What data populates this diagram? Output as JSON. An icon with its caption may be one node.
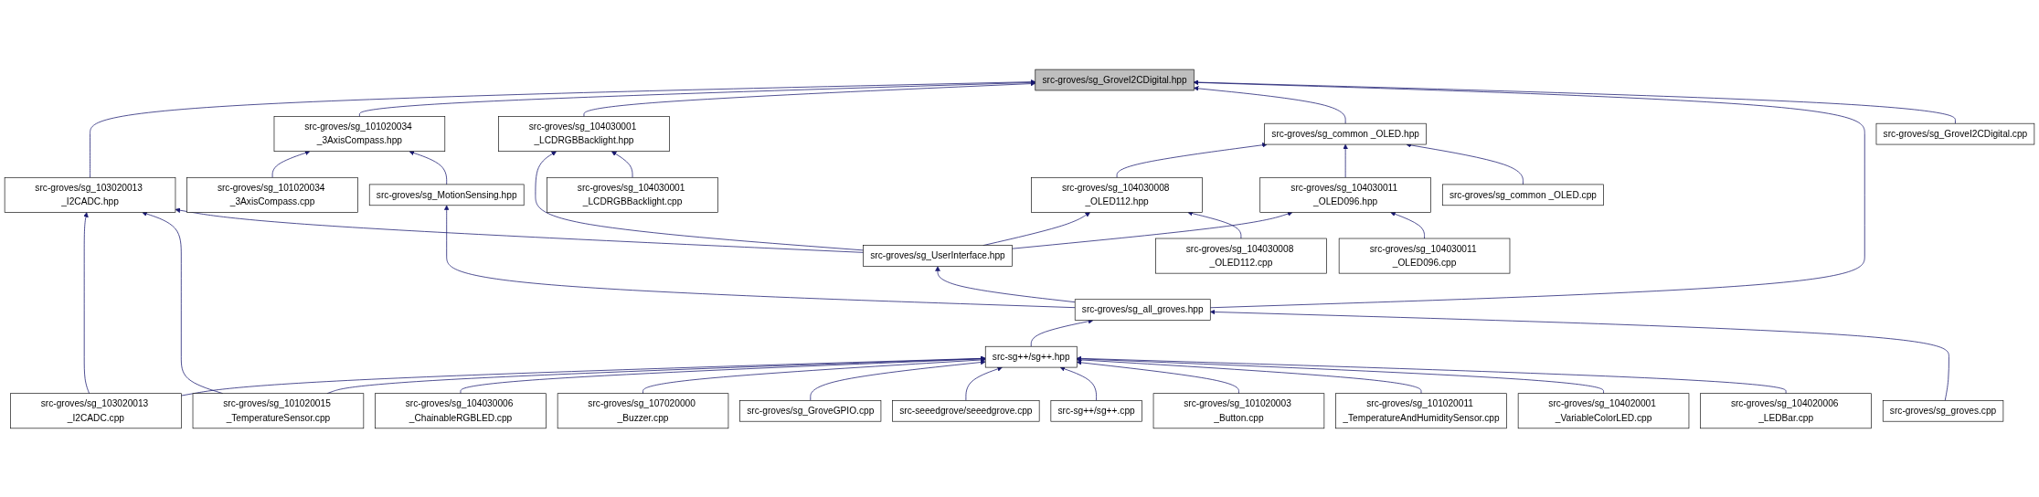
{
  "diagram": {
    "nodes": [
      {
        "text": [
          "src-groves/sg_GroveI2CDigital.hpp"
        ]
      },
      {
        "text": [
          "src-groves/sg_103020013 _I2CADC.hpp"
        ]
      },
      {
        "text": [
          "src-groves/sg_101020034 _3AxisCompass.hpp"
        ]
      },
      {
        "text": [
          "src-groves/sg_104030001 _LCDRGBBacklight.hpp"
        ]
      },
      {
        "text": [
          "src-groves/sg_common _OLED.hpp"
        ]
      },
      {
        "text": [
          "src-groves/sg_GroveI2CDigital.cpp"
        ]
      },
      {
        "text": [
          "src-groves/sg_101020034 _3AxisCompass.cpp"
        ]
      },
      {
        "text": [
          "src-groves/sg_104030001 _LCDRGBBacklight.cpp"
        ]
      },
      {
        "text": [
          "src-groves/sg_104030008 _OLED112.hpp"
        ]
      },
      {
        "text": [
          "src-groves/sg_104030011 _OLED096.hpp"
        ]
      },
      {
        "text": [
          "src-groves/sg_common _OLED.cpp"
        ]
      },
      {
        "text": [
          "src-groves/sg_MotionSensing.hpp"
        ]
      },
      {
        "text": [
          "src-groves/sg_UserInterface.hpp"
        ]
      },
      {
        "text": [
          "src-groves/sg_104030008 _OLED112.cpp"
        ]
      },
      {
        "text": [
          "src-groves/sg_104030011 _OLED096.cpp"
        ]
      },
      {
        "text": [
          "src-groves/sg_all_groves.hpp"
        ]
      },
      {
        "text": [
          "src-sg++/sg++.hpp"
        ]
      },
      {
        "text": [
          "src-groves/sg_groves.cpp"
        ]
      },
      {
        "text": [
          "src-groves/sg_103020013 _I2CADC.cpp"
        ]
      },
      {
        "text": [
          "src-groves/sg_101020015 _TemperatureSensor.cpp"
        ]
      },
      {
        "text": [
          "src-groves/sg_104030006 _ChainableRGBLED.cpp"
        ]
      },
      {
        "text": [
          "src-groves/sg_107020000 _Buzzer.cpp"
        ]
      },
      {
        "text": [
          "src-groves/sg_GroveGPIO.cpp"
        ]
      },
      {
        "text": [
          "src-seeedgrove/seeedgrove.cpp"
        ]
      },
      {
        "text": [
          "src-sg++/sg++.cpp"
        ]
      },
      {
        "text": [
          "src-groves/sg_101020003 _Button.cpp"
        ]
      },
      {
        "text": [
          "src-groves/sg_101020011 _TemperatureAndHumiditySensor.cpp"
        ]
      },
      {
        "text": [
          "src-groves/sg_104020001 _VariableColorLED.cpp"
        ]
      },
      {
        "text": [
          "src-groves/sg_104020006 _LEDBar.cpp"
        ]
      }
    ],
    "edges": [
      {
        "from": 1,
        "to": 0,
        "arrow": "to"
      },
      {
        "from": 2,
        "to": 0,
        "arrow": "to"
      },
      {
        "from": 3,
        "to": 0,
        "arrow": "to"
      },
      {
        "from": 4,
        "to": 0,
        "arrow": "to"
      },
      {
        "from": 15,
        "to": 0,
        "arrow": "to"
      },
      {
        "from": 5,
        "to": 0,
        "arrow": "to"
      },
      {
        "from": 6,
        "to": 2,
        "arrow": "to"
      },
      {
        "from": 11,
        "to": 2,
        "arrow": "to"
      },
      {
        "from": 12,
        "to": 3,
        "arrow": "to"
      },
      {
        "from": 7,
        "to": 3,
        "arrow": "to"
      },
      {
        "from": 8,
        "to": 4,
        "arrow": "to"
      },
      {
        "from": 9,
        "to": 4,
        "arrow": "to"
      },
      {
        "from": 10,
        "to": 4,
        "arrow": "to"
      },
      {
        "from": 18,
        "to": 1,
        "arrow": "to"
      },
      {
        "from": 19,
        "to": 1,
        "arrow": "to"
      },
      {
        "from": 12,
        "to": 1,
        "arrow": "to"
      },
      {
        "from": 12,
        "to": 8,
        "arrow": "to"
      },
      {
        "from": 13,
        "to": 8,
        "arrow": "to"
      },
      {
        "from": 12,
        "to": 9,
        "arrow": "to"
      },
      {
        "from": 14,
        "to": 9,
        "arrow": "to"
      },
      {
        "from": 15,
        "to": 11,
        "arrow": "to"
      },
      {
        "from": 15,
        "to": 12,
        "arrow": "to"
      },
      {
        "from": 16,
        "to": 15,
        "arrow": "to"
      },
      {
        "from": 17,
        "to": 15,
        "arrow": "to"
      },
      {
        "from": 18,
        "to": 16,
        "arrow": "to"
      },
      {
        "from": 19,
        "to": 16,
        "arrow": "to"
      },
      {
        "from": 20,
        "to": 16,
        "arrow": "to"
      },
      {
        "from": 21,
        "to": 16,
        "arrow": "to"
      },
      {
        "from": 22,
        "to": 16,
        "arrow": "to"
      },
      {
        "from": 23,
        "to": 16,
        "arrow": "to"
      },
      {
        "from": 24,
        "to": 16,
        "arrow": "to"
      },
      {
        "from": 25,
        "to": 16,
        "arrow": "to"
      },
      {
        "from": 26,
        "to": 16,
        "arrow": "to"
      },
      {
        "from": 27,
        "to": 16,
        "arrow": "to"
      },
      {
        "from": 28,
        "to": 16,
        "arrow": "to"
      }
    ]
  }
}
